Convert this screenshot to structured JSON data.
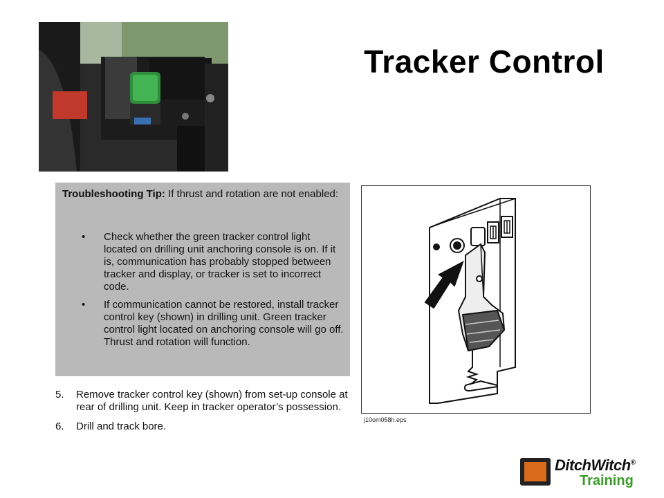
{
  "slide": {
    "title": "Tracker Control"
  },
  "tip": {
    "heading_bold": "Troubleshooting Tip:",
    "heading_rest": " If thrust and rotation are not enabled:",
    "bullet_symbol": "•",
    "bullets": [
      "Check whether the green tracker control light located on drilling unit anchoring console is on. If it is, communication has probably stopped between tracker and display, or tracker is set to incorrect code.",
      "If communication cannot be restored, install tracker control key (shown) in drilling unit. Green tracker control light located on anchoring console will go off. Thrust and rotation will function."
    ]
  },
  "steps": [
    {
      "num": "5.",
      "text": "Remove tracker control key (shown) from set-up console at rear of drilling unit. Keep in tracker operator’s possession."
    },
    {
      "num": "6.",
      "text": "Drill and track bore."
    }
  ],
  "diagram": {
    "caption": "j10om058h.eps"
  },
  "logo": {
    "brand": "DitchWitch",
    "registered": "®",
    "sub": "Training"
  },
  "colors": {
    "tip_background": "#b9b9b9",
    "logo_green": "#3a9a2a",
    "logo_orange": "#d96b1a"
  }
}
